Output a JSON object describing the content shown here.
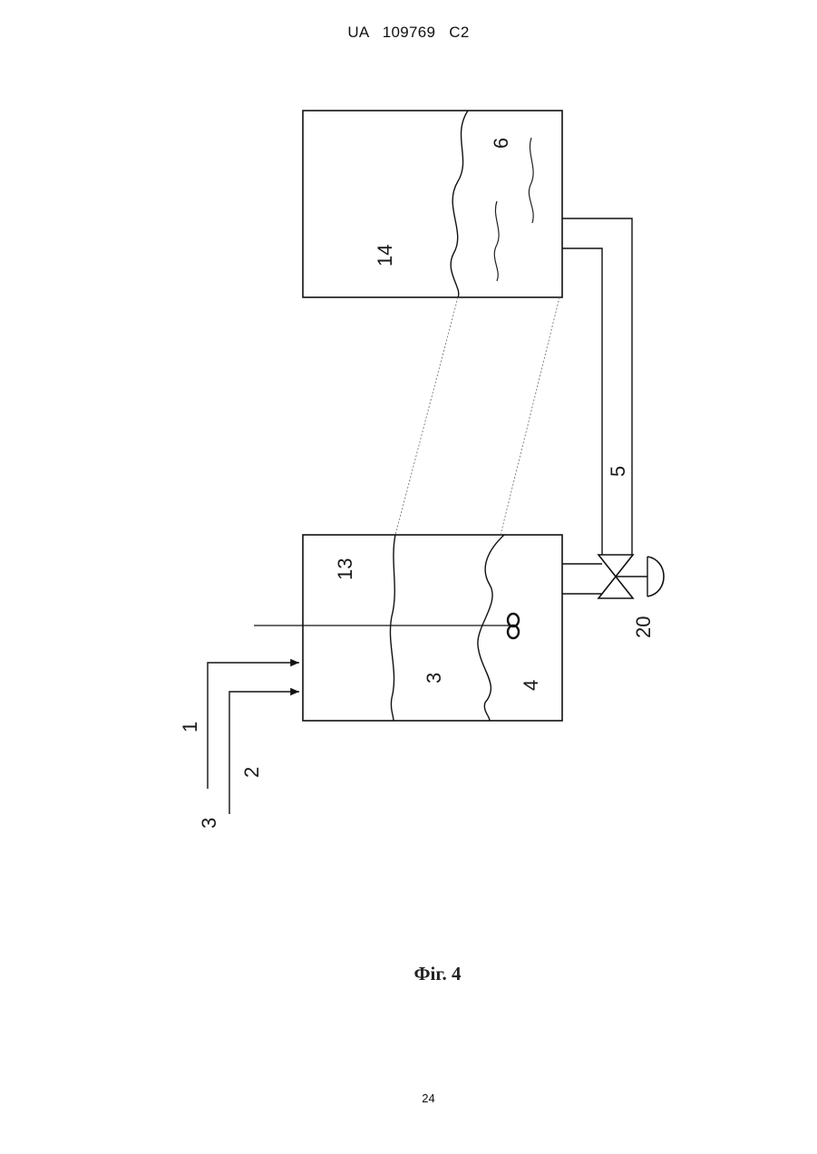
{
  "header": {
    "text": "UA   109769   C2"
  },
  "figure": {
    "caption": "Фіг. 4",
    "labels": {
      "l1": "1",
      "l2": "2",
      "l3_left": "3",
      "l3_mid": "3",
      "l4": "4",
      "l5": "5",
      "l6": "6",
      "l13": "13",
      "l14": "14",
      "l20": "20"
    }
  },
  "footer": {
    "page_number": "24"
  }
}
